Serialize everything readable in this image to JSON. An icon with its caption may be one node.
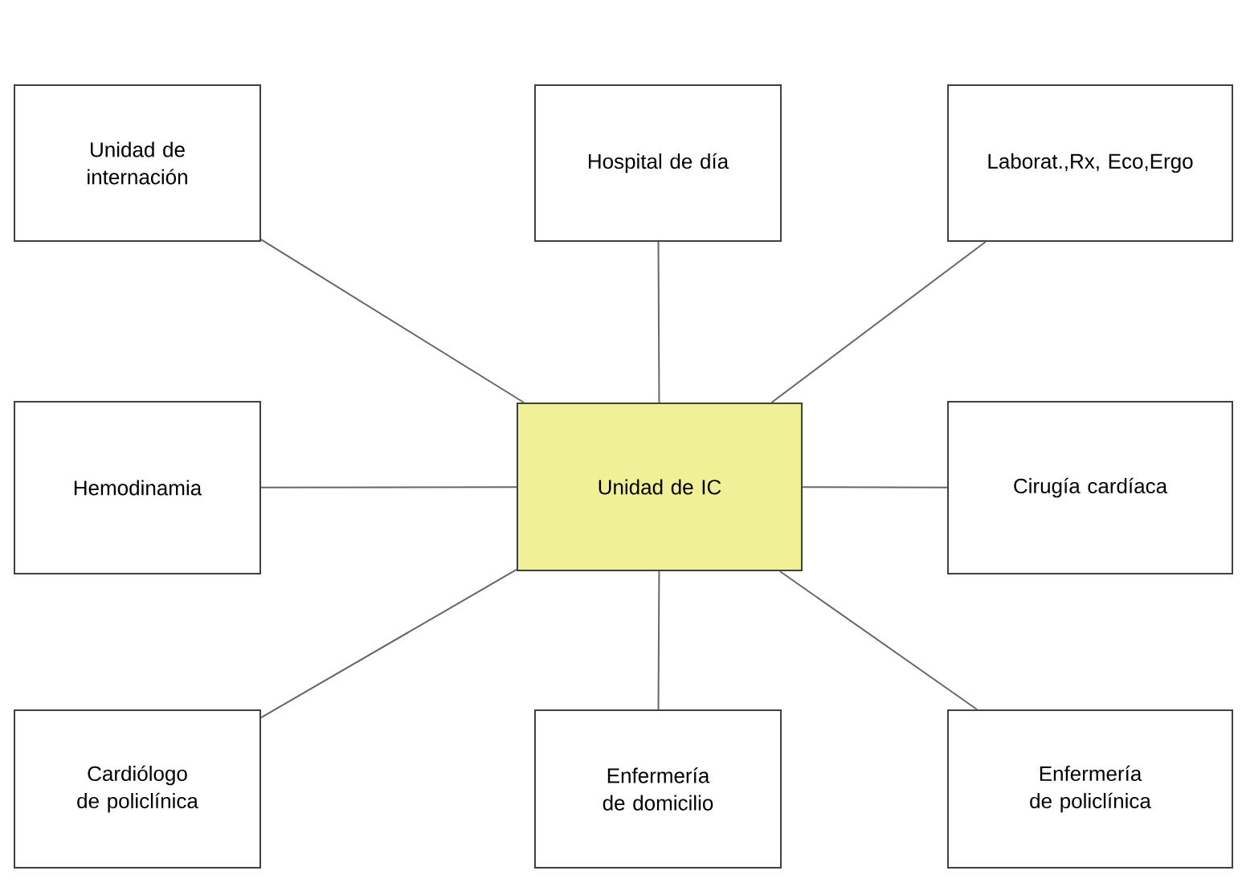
{
  "diagram": {
    "nodes": [
      {
        "text": [
          "Unidad de IC"
        ]
      },
      {
        "text": [
          "Unidad de internación"
        ]
      },
      {
        "text": [
          "Hospital de día"
        ]
      },
      {
        "text": [
          "Laborat.,Rx, Eco,Ergo"
        ]
      },
      {
        "text": [
          "Hemodinamia"
        ]
      },
      {
        "text": [
          "Cirugía cardíaca"
        ]
      },
      {
        "text": [
          "Cardiólogo de policlínica"
        ]
      },
      {
        "text": [
          "Enfermería de domicilio"
        ]
      },
      {
        "text": [
          "Enfermería de policlínica"
        ]
      }
    ],
    "edges": [
      {
        "from": 0,
        "to": 1,
        "arrow": "none"
      },
      {
        "from": 0,
        "to": 2,
        "arrow": "none"
      },
      {
        "from": 0,
        "to": 3,
        "arrow": "none"
      },
      {
        "from": 0,
        "to": 4,
        "arrow": "none"
      },
      {
        "from": 0,
        "to": 5,
        "arrow": "none"
      },
      {
        "from": 0,
        "to": 6,
        "arrow": "none"
      },
      {
        "from": 0,
        "to": 7,
        "arrow": "none"
      },
      {
        "from": 0,
        "to": 8,
        "arrow": "none"
      }
    ]
  }
}
